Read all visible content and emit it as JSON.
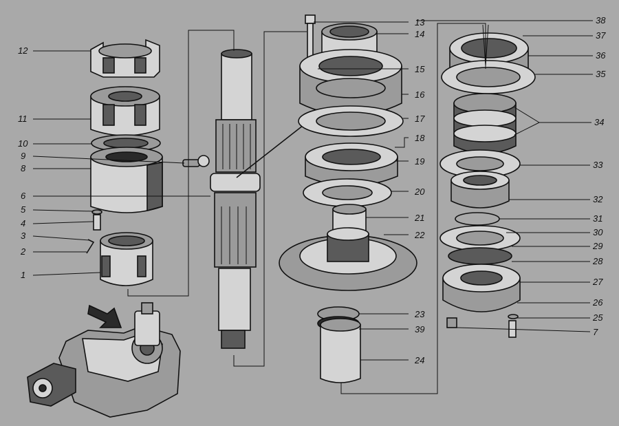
{
  "labels": {
    "l1": "1",
    "l2": "2",
    "l3": "3",
    "l4": "4",
    "l5": "5",
    "l6": "6",
    "l8": "8",
    "l9": "9",
    "l10": "10",
    "l11": "11",
    "l12": "12",
    "l13": "13",
    "l14": "14",
    "l15": "15",
    "l16": "16",
    "l17": "17",
    "l18": "18",
    "l19": "19",
    "l20": "20",
    "l21": "21",
    "l22": "22",
    "l23": "23",
    "l24": "24",
    "l39": "39",
    "l38": "38",
    "l37": "37",
    "l36": "36",
    "l35": "35",
    "l34": "34",
    "l33": "33",
    "l32": "32",
    "l31": "31",
    "l30": "30",
    "l29": "29",
    "l28": "28",
    "l27": "27",
    "l26": "26",
    "l25": "25",
    "l7": "7"
  }
}
